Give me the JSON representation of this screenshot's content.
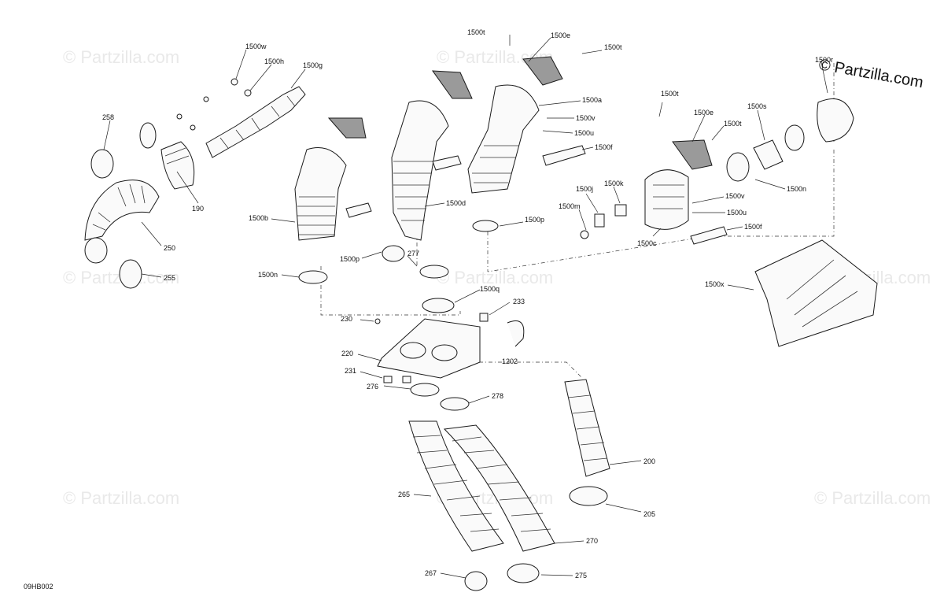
{
  "brand": {
    "text": "Partzilla.com",
    "symbol": "©"
  },
  "watermark": {
    "text": "© Partzilla.com"
  },
  "diagram_code": "09HB002",
  "callouts": [
    {
      "id": "1500w",
      "text": "1500w"
    },
    {
      "id": "1500h",
      "text": "1500h"
    },
    {
      "id": "1500g",
      "text": "1500g"
    },
    {
      "id": "258",
      "text": "258"
    },
    {
      "id": "190",
      "text": "190"
    },
    {
      "id": "250",
      "text": "250"
    },
    {
      "id": "255",
      "text": "255"
    },
    {
      "id": "1500t-a",
      "text": "1500t"
    },
    {
      "id": "1500e-a",
      "text": "1500e"
    },
    {
      "id": "1500t-b",
      "text": "1500t"
    },
    {
      "id": "1500a",
      "text": "1500a"
    },
    {
      "id": "1500v-a",
      "text": "1500v"
    },
    {
      "id": "1500u-a",
      "text": "1500u"
    },
    {
      "id": "1500f-a",
      "text": "1500f"
    },
    {
      "id": "1500d",
      "text": "1500d"
    },
    {
      "id": "1500b",
      "text": "1500b"
    },
    {
      "id": "1500p-a",
      "text": "1500p"
    },
    {
      "id": "1500p-b",
      "text": "1500p"
    },
    {
      "id": "277",
      "text": "277"
    },
    {
      "id": "1500n-a",
      "text": "1500n"
    },
    {
      "id": "1500t-c",
      "text": "1500t"
    },
    {
      "id": "1500e-b",
      "text": "1500e"
    },
    {
      "id": "1500t-d",
      "text": "1500t"
    },
    {
      "id": "1500s",
      "text": "1500s"
    },
    {
      "id": "1500r",
      "text": "1500r"
    },
    {
      "id": "1500j",
      "text": "1500j"
    },
    {
      "id": "1500k",
      "text": "1500k"
    },
    {
      "id": "1500m",
      "text": "1500m"
    },
    {
      "id": "1500v-b",
      "text": "1500v"
    },
    {
      "id": "1500u-b",
      "text": "1500u"
    },
    {
      "id": "1500f-b",
      "text": "1500f"
    },
    {
      "id": "1500c",
      "text": "1500c"
    },
    {
      "id": "1500n-b",
      "text": "1500n"
    },
    {
      "id": "1500x",
      "text": "1500x"
    },
    {
      "id": "1500q",
      "text": "1500q"
    },
    {
      "id": "233",
      "text": "233"
    },
    {
      "id": "230",
      "text": "230"
    },
    {
      "id": "220",
      "text": "220"
    },
    {
      "id": "1202",
      "text": "1202"
    },
    {
      "id": "231",
      "text": "231"
    },
    {
      "id": "276",
      "text": "276"
    },
    {
      "id": "278",
      "text": "278"
    },
    {
      "id": "200",
      "text": "200"
    },
    {
      "id": "205",
      "text": "205"
    },
    {
      "id": "265",
      "text": "265"
    },
    {
      "id": "270",
      "text": "270"
    },
    {
      "id": "267",
      "text": "267"
    },
    {
      "id": "275",
      "text": "275"
    }
  ]
}
